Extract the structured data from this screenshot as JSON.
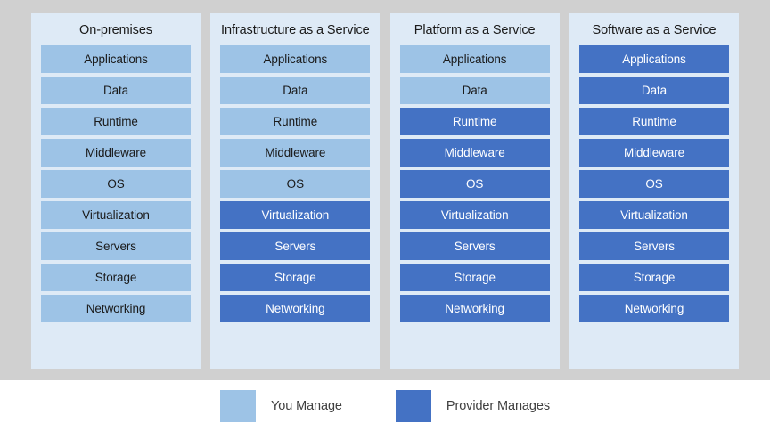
{
  "colors": {
    "you_manage": "#9DC3E6",
    "provider_manages": "#4472C4",
    "panel_background": "#DEEAF6",
    "stage_background": "#D0D0D0",
    "legend_background": "#FFFFFF",
    "dark_text": "#1A1A1A",
    "light_text": "#FFFFFF"
  },
  "layer_names": [
    "Applications",
    "Data",
    "Runtime",
    "Middleware",
    "OS",
    "Virtualization",
    "Servers",
    "Storage",
    "Networking"
  ],
  "columns": [
    {
      "title": "On-premises",
      "layers": [
        {
          "label": "Applications",
          "owner": "you-manage"
        },
        {
          "label": "Data",
          "owner": "you-manage"
        },
        {
          "label": "Runtime",
          "owner": "you-manage"
        },
        {
          "label": "Middleware",
          "owner": "you-manage"
        },
        {
          "label": "OS",
          "owner": "you-manage"
        },
        {
          "label": "Virtualization",
          "owner": "you-manage"
        },
        {
          "label": "Servers",
          "owner": "you-manage"
        },
        {
          "label": "Storage",
          "owner": "you-manage"
        },
        {
          "label": "Networking",
          "owner": "you-manage"
        }
      ]
    },
    {
      "title": "Infrastructure as a Service",
      "layers": [
        {
          "label": "Applications",
          "owner": "you-manage"
        },
        {
          "label": "Data",
          "owner": "you-manage"
        },
        {
          "label": "Runtime",
          "owner": "you-manage"
        },
        {
          "label": "Middleware",
          "owner": "you-manage"
        },
        {
          "label": "OS",
          "owner": "you-manage"
        },
        {
          "label": "Virtualization",
          "owner": "provider-manages"
        },
        {
          "label": "Servers",
          "owner": "provider-manages"
        },
        {
          "label": "Storage",
          "owner": "provider-manages"
        },
        {
          "label": "Networking",
          "owner": "provider-manages"
        }
      ]
    },
    {
      "title": "Platform as a Service",
      "layers": [
        {
          "label": "Applications",
          "owner": "you-manage"
        },
        {
          "label": "Data",
          "owner": "you-manage"
        },
        {
          "label": "Runtime",
          "owner": "provider-manages"
        },
        {
          "label": "Middleware",
          "owner": "provider-manages"
        },
        {
          "label": "OS",
          "owner": "provider-manages"
        },
        {
          "label": "Virtualization",
          "owner": "provider-manages"
        },
        {
          "label": "Servers",
          "owner": "provider-manages"
        },
        {
          "label": "Storage",
          "owner": "provider-manages"
        },
        {
          "label": "Networking",
          "owner": "provider-manages"
        }
      ]
    },
    {
      "title": "Software as a Service",
      "layers": [
        {
          "label": "Applications",
          "owner": "provider-manages"
        },
        {
          "label": "Data",
          "owner": "provider-manages"
        },
        {
          "label": "Runtime",
          "owner": "provider-manages"
        },
        {
          "label": "Middleware",
          "owner": "provider-manages"
        },
        {
          "label": "OS",
          "owner": "provider-manages"
        },
        {
          "label": "Virtualization",
          "owner": "provider-manages"
        },
        {
          "label": "Servers",
          "owner": "provider-manages"
        },
        {
          "label": "Storage",
          "owner": "provider-manages"
        },
        {
          "label": "Networking",
          "owner": "provider-manages"
        }
      ]
    }
  ],
  "legend": {
    "items": [
      {
        "label": "You Manage",
        "owner": "you-manage"
      },
      {
        "label": "Provider Manages",
        "owner": "provider-manages"
      }
    ]
  }
}
